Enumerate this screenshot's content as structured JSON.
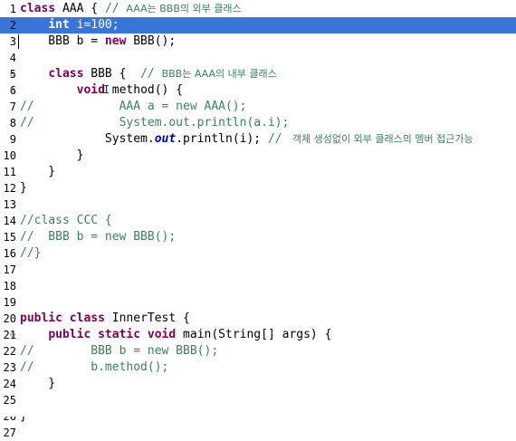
{
  "editor": {
    "lines": [
      {
        "num": "1",
        "fold": "",
        "tokens": [
          {
            "t": "kw",
            "v": "class"
          },
          {
            "t": "",
            "v": " AAA { "
          },
          {
            "t": "cm",
            "v": "// "
          },
          {
            "t": "kr",
            "v": "AAA는 BBB의 외부 클래스"
          }
        ]
      },
      {
        "num": "2",
        "fold": "",
        "selected": true,
        "tokens": [
          {
            "t": "",
            "v": "    "
          },
          {
            "t": "kw",
            "v": "int"
          },
          {
            "t": "",
            "v": " i="
          },
          {
            "t": "num",
            "v": "100"
          },
          {
            "t": "",
            "v": ";"
          }
        ]
      },
      {
        "num": "3",
        "fold": "",
        "caret": true,
        "tokens": [
          {
            "t": "",
            "v": "    BBB b = "
          },
          {
            "t": "kw",
            "v": "new"
          },
          {
            "t": "",
            "v": " BBB();"
          }
        ]
      },
      {
        "num": "4",
        "fold": "",
        "tokens": []
      },
      {
        "num": "5",
        "fold": "⊖",
        "tokens": [
          {
            "t": "",
            "v": "    "
          },
          {
            "t": "kw",
            "v": "class"
          },
          {
            "t": "",
            "v": " BBB {  "
          },
          {
            "t": "cm",
            "v": "// "
          },
          {
            "t": "kr",
            "v": "BBB는 AAA의 내부 클래스"
          }
        ]
      },
      {
        "num": "6",
        "fold": "⊖",
        "ibeam": true,
        "tokens": [
          {
            "t": "",
            "v": "        "
          },
          {
            "t": "kw",
            "v": "void"
          },
          {
            "t": "",
            "v": " method() {"
          }
        ]
      },
      {
        "num": "7",
        "fold": "",
        "tokens": [
          {
            "t": "cm",
            "v": "//            AAA a = new AAA();"
          }
        ]
      },
      {
        "num": "8",
        "fold": "",
        "tokens": [
          {
            "t": "cm",
            "v": "//            System.out.println(a.i);"
          }
        ]
      },
      {
        "num": "9",
        "fold": "",
        "tokens": [
          {
            "t": "",
            "v": "            System."
          },
          {
            "t": "fld",
            "v": "out"
          },
          {
            "t": "",
            "v": ".println(i); "
          },
          {
            "t": "cm",
            "v": "// "
          },
          {
            "t": "kr",
            "v": " 객체 생성없이 외부 클래스의 멤버 접근가능"
          }
        ]
      },
      {
        "num": "10",
        "fold": "",
        "tokens": [
          {
            "t": "",
            "v": "        }"
          }
        ]
      },
      {
        "num": "11",
        "fold": "",
        "tokens": [
          {
            "t": "",
            "v": "    }"
          }
        ]
      },
      {
        "num": "12",
        "fold": "",
        "tokens": [
          {
            "t": "",
            "v": "}"
          }
        ]
      },
      {
        "num": "13",
        "fold": "",
        "tokens": []
      },
      {
        "num": "14",
        "fold": "",
        "tokens": [
          {
            "t": "cm",
            "v": "//class CCC {"
          }
        ]
      },
      {
        "num": "15",
        "fold": "",
        "tokens": [
          {
            "t": "cm",
            "v": "//  BBB b = new BBB();"
          }
        ]
      },
      {
        "num": "16",
        "fold": "",
        "tokens": [
          {
            "t": "cm",
            "v": "//}"
          }
        ]
      },
      {
        "num": "17",
        "fold": "",
        "tokens": []
      },
      {
        "num": "18",
        "fold": "",
        "tokens": []
      },
      {
        "num": "19",
        "fold": "",
        "tokens": []
      },
      {
        "num": "20",
        "fold": "",
        "tokens": [
          {
            "t": "kw",
            "v": "public"
          },
          {
            "t": "",
            "v": " "
          },
          {
            "t": "kw",
            "v": "class"
          },
          {
            "t": "",
            "v": " InnerTest {"
          }
        ]
      },
      {
        "num": "21",
        "fold": "⊖",
        "tokens": [
          {
            "t": "",
            "v": "    "
          },
          {
            "t": "kw",
            "v": "public"
          },
          {
            "t": "",
            "v": " "
          },
          {
            "t": "kw",
            "v": "static"
          },
          {
            "t": "",
            "v": " "
          },
          {
            "t": "kw",
            "v": "void"
          },
          {
            "t": "",
            "v": " main(String[] args) {"
          }
        ]
      },
      {
        "num": "22",
        "fold": "",
        "tokens": [
          {
            "t": "cm",
            "v": "//        BBB b = new BBB();"
          }
        ]
      },
      {
        "num": "23",
        "fold": "",
        "tokens": [
          {
            "t": "cm",
            "v": "//        b.method();"
          }
        ]
      },
      {
        "num": "24",
        "fold": "",
        "tokens": [
          {
            "t": "",
            "v": "    }"
          }
        ]
      },
      {
        "num": "25",
        "fold": "",
        "tokens": []
      },
      {
        "num": "26",
        "fold": "",
        "tokens": [
          {
            "t": "",
            "v": "}"
          }
        ]
      },
      {
        "num": "27",
        "fold": "",
        "tokens": []
      }
    ]
  }
}
